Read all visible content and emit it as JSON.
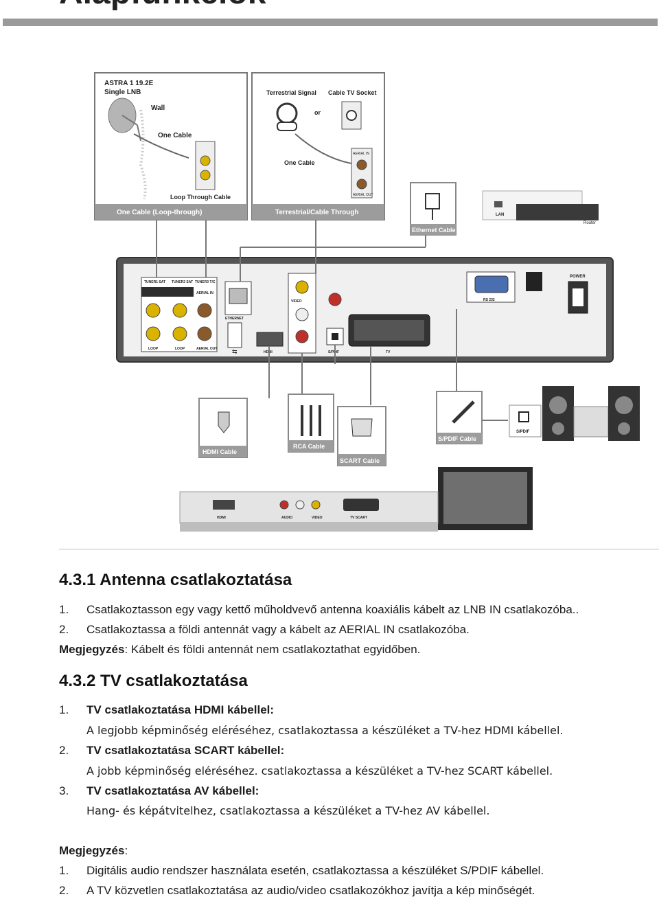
{
  "header": {
    "title": "Alapfunkciók"
  },
  "diagram": {
    "sat_panel": {
      "astra": "ASTRA 1 19.2E",
      "lnb": "Single LNB",
      "wall": "Wall",
      "one_cable": "One Cable",
      "loop_through": "Loop Through Cable",
      "caption": "One Cable (Loop-through)"
    },
    "terr_panel": {
      "terrestrial_signal": "Terrestrial Signal",
      "cable_tv_socket": "Cable TV Socket",
      "or": "or",
      "one_cable": "One Cable",
      "aerial_in": "AERIAL IN",
      "aerial_out": "AERIAL OUT",
      "caption": "Terrestrial/Cable Through"
    },
    "network": {
      "ethernet_cable": "Ethernet Cable",
      "lan": "LAN",
      "router": "Router"
    },
    "receiver": {
      "tuner1": "TUNER1 SAT",
      "tuner2": "TUNER2 SAT",
      "tuner3": "TUNER3 T/C",
      "aerial_in": "AERIAL IN",
      "loop1": "LOOP",
      "loop2": "LOOP",
      "aerial_out": "AERIAL OUT",
      "ethernet": "ETHERNET",
      "hdmi": "HDMI",
      "video": "VIDEO",
      "spdif": "S/PDIF",
      "tv": "TV",
      "rs232": "RS 232",
      "power": "POWER"
    },
    "cables": {
      "hdmi": "HDMI Cable",
      "rca": "RCA Cable",
      "scart": "SCART Cable",
      "spdif": "S/PDIF Cable",
      "amp_spdif": "S/PDIF"
    },
    "tv_panel": {
      "hdmi": "HDMI",
      "audio": "AUDIO",
      "video": "VIDEO",
      "tv_scart": "TV SCART"
    }
  },
  "sections": {
    "s1_title": "4.3.1 Antenna csatlakoztatása",
    "s1_item1_num": "1.",
    "s1_item1": "Csatlakoztasson egy vagy kettő műholdvevő antenna koaxiális kábelt az LNB IN csatlakozóba..",
    "s1_item2_num": "2.",
    "s1_item2": "Csatlakoztassa a földi antennát vagy a kábelt az AERIAL IN csatlakozóba.",
    "s1_note_label": "Megjegyzés",
    "s1_note": ": Kábelt és földi antennát nem csatlakoztathat egyidőben.",
    "s2_title": "4.3.2 TV csatlakoztatása",
    "s2_item1_num": "1.",
    "s2_item1_title": "TV csatlakoztatása HDMI kábellel:",
    "s2_item1_desc": "A legjobb képminőség eléréséhez, csatlakoztassa a készüléket a TV-hez HDMI kábellel.",
    "s2_item2_num": "2.",
    "s2_item2_title": "TV csatlakoztatása SCART kábellel:",
    "s2_item2_desc": "A jobb képminőség eléréséhez. csatlakoztassa a készüléket a TV-hez SCART kábellel.",
    "s2_item3_num": "3.",
    "s2_item3_title": "TV csatlakoztatása AV kábellel:",
    "s2_item3_desc": "Hang- és képátvitelhez, csatlakoztassa a készüléket a TV-hez AV kábellel.",
    "note_label": "Megjegyzés",
    "note_colon": ":",
    "note1_num": "1.",
    "note1": "Digitális audio rendszer használata esetén, csatlakoztassa a készüléket S/PDIF kábellel.",
    "note2_num": "2.",
    "note2": "A TV közvetlen csatlakoztatása az audio/video csatlakozókhoz javítja a kép minőségét."
  }
}
